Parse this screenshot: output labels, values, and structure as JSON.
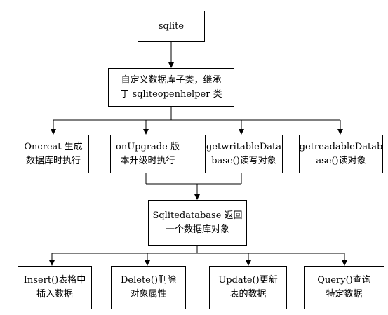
{
  "diagram": {
    "root": {
      "label": "sqlite"
    },
    "subclass": {
      "label": "自定义数据库子类，继承\n于 sqliteopenhelper 类"
    },
    "methods": [
      {
        "label": "Oncreat 生成\n数据库时执行"
      },
      {
        "label": "onUpgrade 版\n本升级时执行"
      },
      {
        "label": "getwritableData\nbase()读写对象"
      },
      {
        "label": "getreadableDatab\nase()读对象"
      }
    ],
    "database": {
      "label": "Sqlitedatabase 返回\n一个数据库对象"
    },
    "operations": [
      {
        "label": "Insert()表格中\n插入数据"
      },
      {
        "label": "Delete()删除\n对象属性"
      },
      {
        "label": "Update()更新\n表的数据"
      },
      {
        "label": "Query()查询\n特定数据"
      }
    ],
    "line_color": "#000000"
  }
}
